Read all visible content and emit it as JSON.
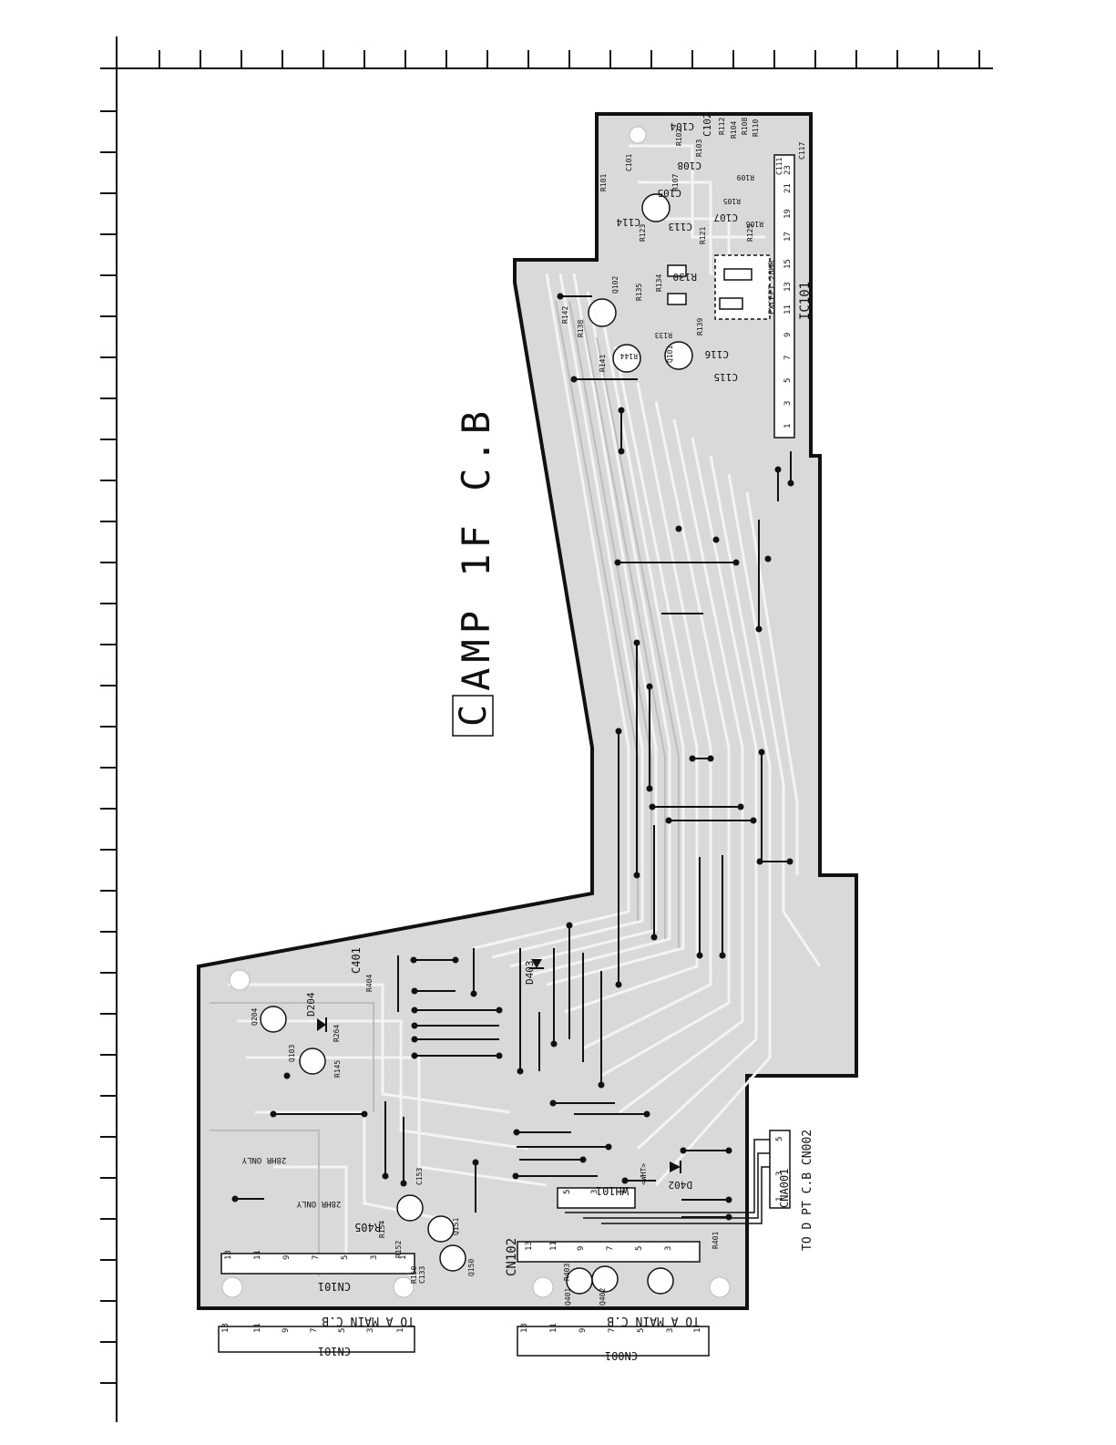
{
  "board": {
    "letter": "C",
    "title": "AMP 1F C.B"
  },
  "ic": {
    "label": "IC101",
    "pins": [
      "1",
      "3",
      "5",
      "7",
      "9",
      "11",
      "13",
      "15",
      "17",
      "19",
      "21",
      "23"
    ]
  },
  "connectors": {
    "cn101": {
      "label": "CN101",
      "pins": [
        "13",
        "11",
        "9",
        "7",
        "5",
        "3",
        "1"
      ]
    },
    "cn102": {
      "label": "CN102",
      "pins": [
        "13",
        "11",
        "9",
        "7",
        "5",
        "3"
      ]
    },
    "wh101": {
      "label": "WH101",
      "tag": "<WHT>",
      "pins": [
        "5",
        "3",
        "1"
      ]
    },
    "cna001": {
      "label": "CNA001",
      "pins": [
        "1",
        "3",
        "5"
      ]
    },
    "cn101_ext": {
      "label": "CN101",
      "pins": [
        "13",
        "11",
        "9",
        "7",
        "5",
        "3",
        "1"
      ]
    },
    "cn001_ext": {
      "label": "CN001",
      "pins": [
        "13",
        "11",
        "9",
        "7",
        "5",
        "3",
        "1"
      ]
    }
  },
  "destinations": {
    "to_main_1": "TO  A  MAIN C.B",
    "to_main_2": "TO  A  MAIN C.B",
    "to_pt": "TO  D  PT C.B CN002"
  },
  "notes": {
    "only28hr_1": "28HR ONLY",
    "only28hr_2": "28HR ONLY",
    "except": "EXCEPT 28HR"
  },
  "components": {
    "caps": [
      "C104",
      "C102",
      "C108",
      "C105",
      "C101",
      "C114",
      "C113",
      "C107",
      "C111",
      "C117",
      "C115",
      "C116",
      "C401",
      "C153",
      "C133"
    ],
    "resistors": [
      "R101",
      "R102",
      "R103",
      "R104",
      "R108",
      "R110",
      "R112",
      "R107",
      "R109",
      "R105",
      "R106",
      "R121",
      "R123",
      "R125",
      "R130",
      "R134",
      "R135",
      "R142",
      "R138",
      "R141",
      "R144",
      "R133",
      "R139",
      "R264",
      "R145",
      "R405",
      "R404",
      "R152",
      "R154",
      "R150",
      "R401",
      "R403"
    ],
    "transistors": [
      "Q101",
      "Q102",
      "Q103",
      "Q204",
      "Q150",
      "Q151",
      "Q401",
      "Q402"
    ],
    "diodes": [
      "D204",
      "D403",
      "D402"
    ]
  }
}
